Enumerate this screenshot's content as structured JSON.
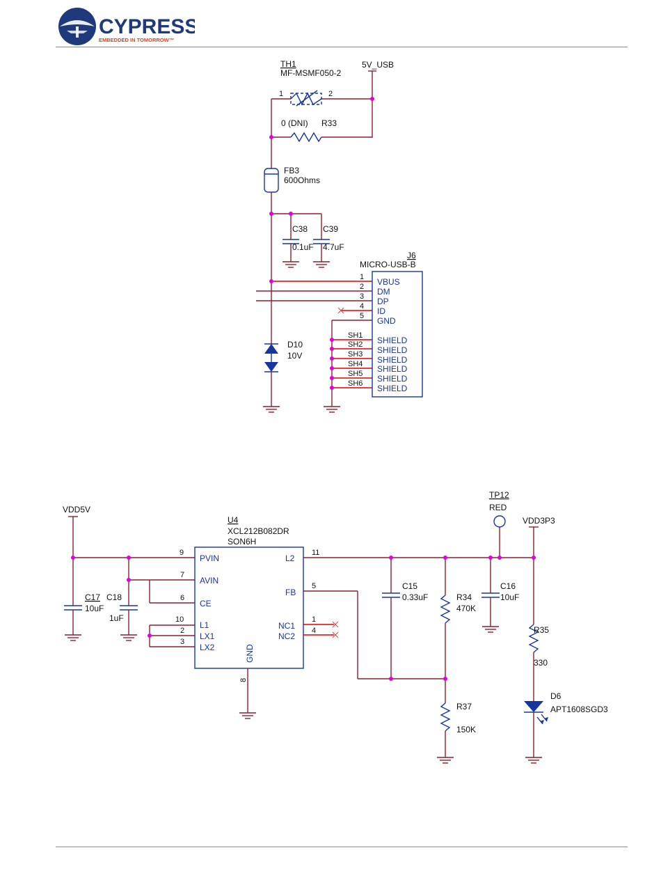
{
  "brand": {
    "name": "CYPRESS",
    "tagline": "EMBEDDED IN TOMORROW™",
    "colors": {
      "navy": "#1e3a7a",
      "teal": "#00a0b0"
    }
  },
  "usb_section": {
    "th1": {
      "ref": "TH1",
      "part": "MF-MSMF050-2",
      "pin1": "1",
      "pin2": "2"
    },
    "net_5v_usb": "5V_USB",
    "r33": {
      "ref": "R33",
      "value": "0 (DNI)"
    },
    "fb3": {
      "ref": "FB3",
      "value": "600Ohms"
    },
    "c38": {
      "ref": "C38",
      "value": "0.1uF"
    },
    "c39": {
      "ref": "C39",
      "value": "4.7uF"
    },
    "d10": {
      "ref": "D10",
      "value": "10V"
    },
    "j6": {
      "ref": "J6",
      "part": "MICRO-USB-B",
      "pins": [
        {
          "num": "1",
          "name": "VBUS"
        },
        {
          "num": "2",
          "name": "DM"
        },
        {
          "num": "3",
          "name": "DP"
        },
        {
          "num": "4",
          "name": "ID"
        },
        {
          "num": "5",
          "name": "GND"
        }
      ],
      "shields": [
        {
          "num": "SH1",
          "name": "SHIELD"
        },
        {
          "num": "SH2",
          "name": "SHIELD"
        },
        {
          "num": "SH3",
          "name": "SHIELD"
        },
        {
          "num": "SH4",
          "name": "SHIELD"
        },
        {
          "num": "SH5",
          "name": "SHIELD"
        },
        {
          "num": "SH6",
          "name": "SHIELD"
        }
      ]
    }
  },
  "regulator_section": {
    "net_vdd5v": "VDD5V",
    "net_vdd3p3": "VDD3P3",
    "u4": {
      "ref": "U4",
      "part": "XCL212B082DR",
      "package": "SON6H",
      "left_pins": [
        {
          "num": "9",
          "name": "PVIN"
        },
        {
          "num": "7",
          "name": "AVIN"
        },
        {
          "num": "6",
          "name": "CE"
        },
        {
          "num": "10",
          "name": "L1"
        },
        {
          "num": "2",
          "name": "LX1"
        },
        {
          "num": "3",
          "name": "LX2"
        }
      ],
      "right_pins": [
        {
          "num": "11",
          "name": "L2"
        },
        {
          "num": "5",
          "name": "FB"
        },
        {
          "num": "1",
          "name": "NC1"
        },
        {
          "num": "4",
          "name": "NC2"
        }
      ],
      "bottom_pin": {
        "num": "8",
        "name": "GND"
      }
    },
    "c17": {
      "ref": "C17",
      "value": "10uF"
    },
    "c18": {
      "ref": "C18",
      "value": "1uF"
    },
    "c15": {
      "ref": "C15",
      "value": "0.33uF"
    },
    "c16": {
      "ref": "C16",
      "value": "10uF"
    },
    "r34": {
      "ref": "R34",
      "value": "470K"
    },
    "r37": {
      "ref": "R37",
      "value": "150K"
    },
    "r35": {
      "ref": "R35",
      "value": "330"
    },
    "d6": {
      "ref": "D6",
      "value": "APT1608SGD3"
    },
    "tp12": {
      "ref": "TP12",
      "value": "RED"
    }
  }
}
